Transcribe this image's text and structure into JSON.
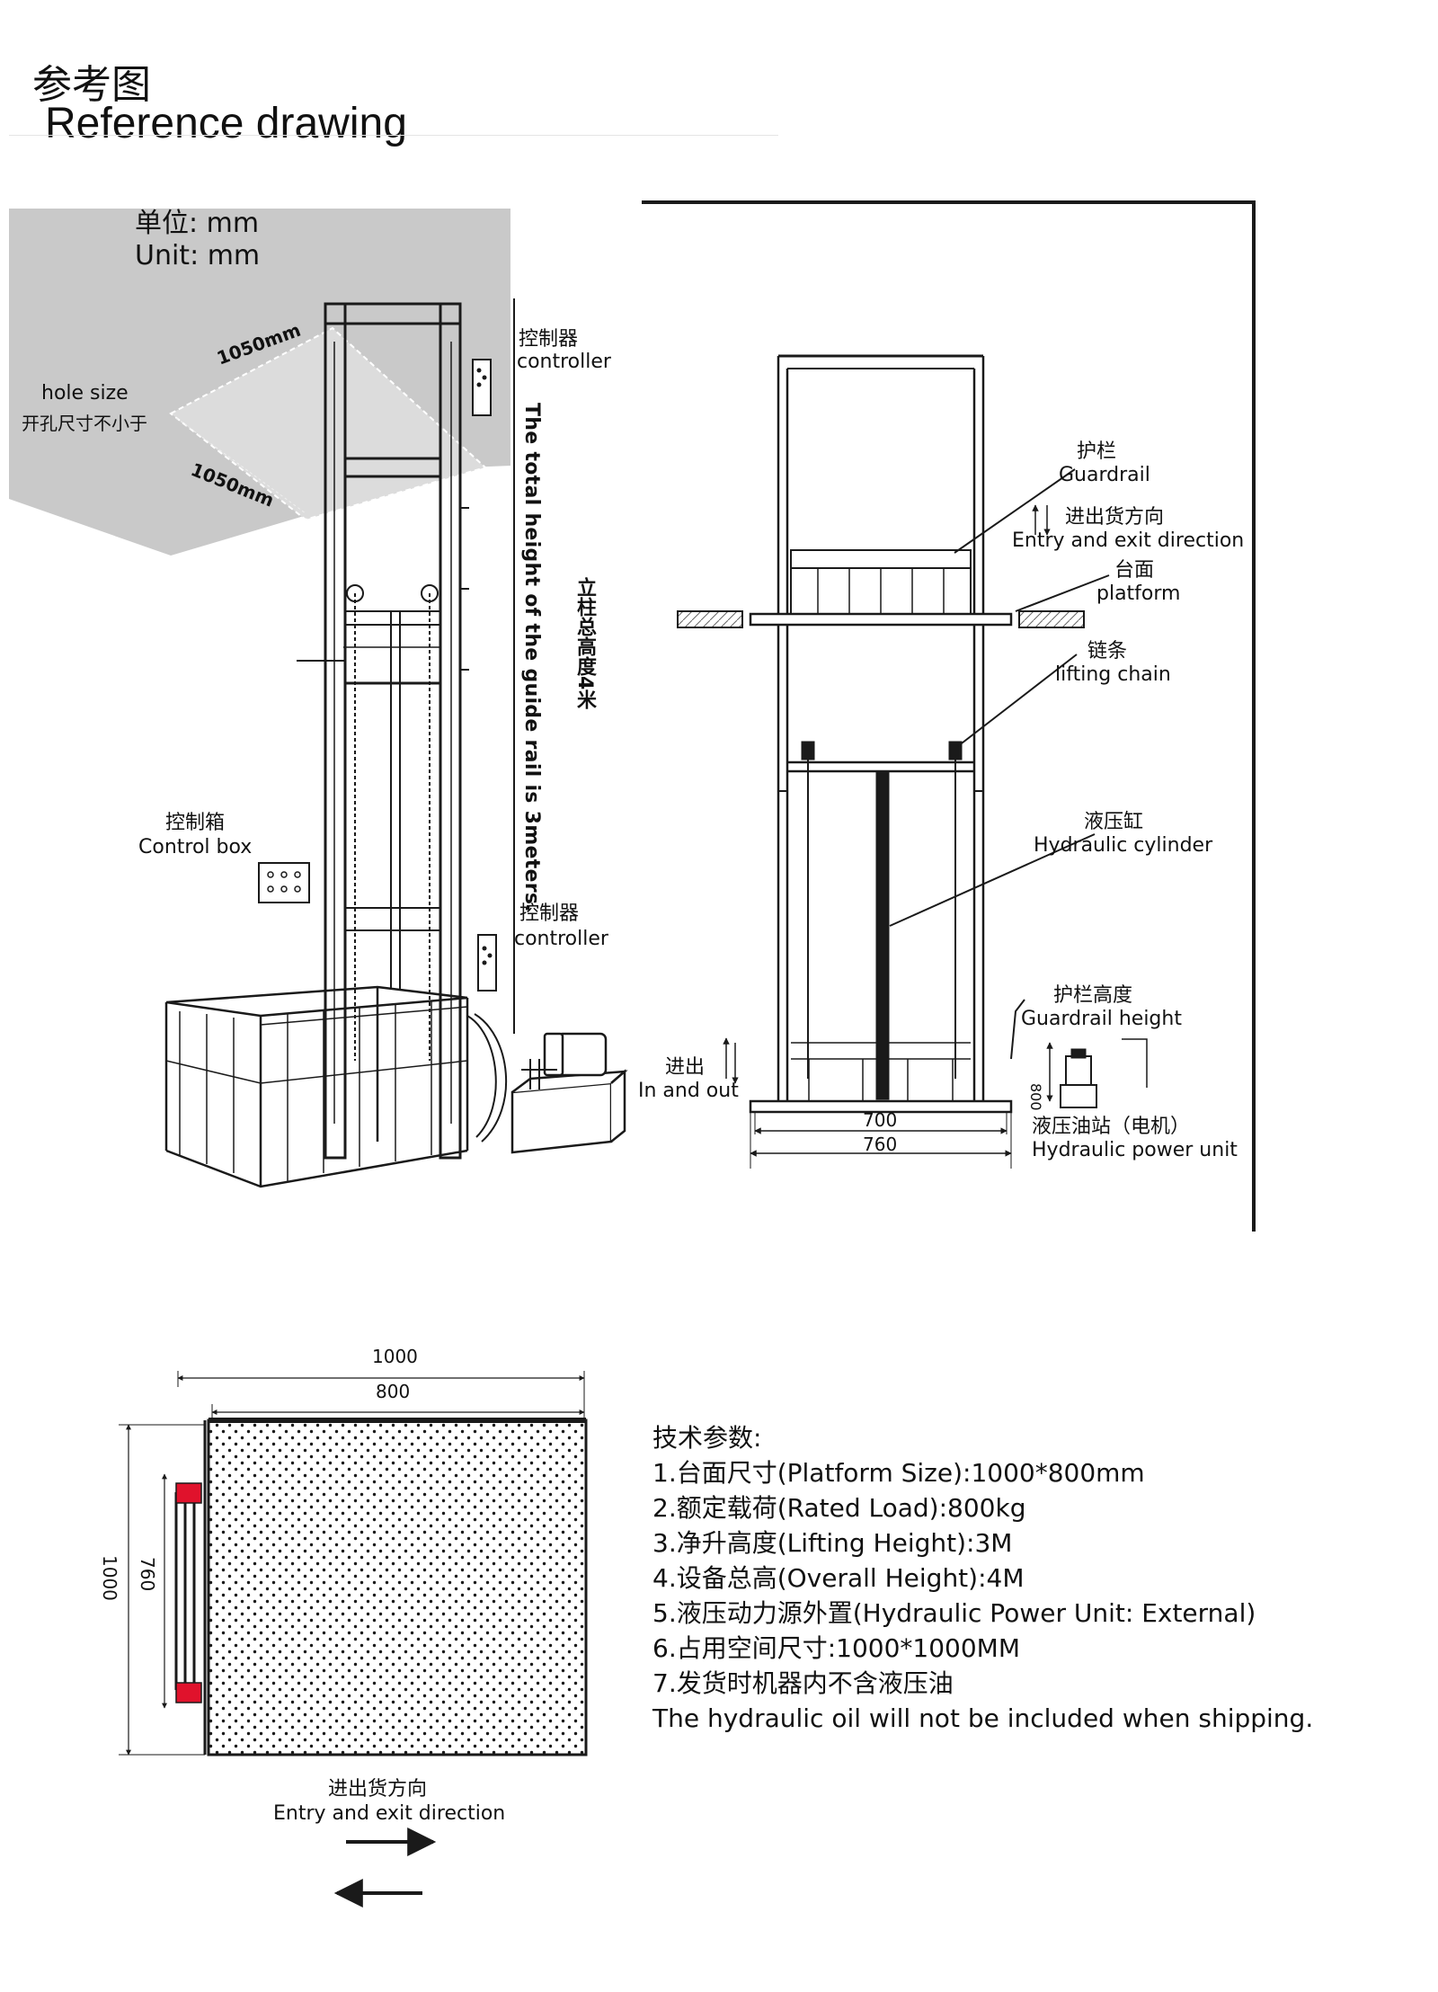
{
  "header": {
    "title_cn": "参考图",
    "title_en": "Reference drawing"
  },
  "left_drawing": {
    "unit_cn": "单位:  mm",
    "unit_en": "Unit:  mm",
    "hole_width": "1050mm",
    "hole_depth": "1050mm",
    "hole_size_en": "hole size",
    "hole_size_cn": "开孔尺寸不小于",
    "controller_top_cn": "控制器",
    "controller_top_en": "controller",
    "controller_bottom_cn": "控制器",
    "controller_bottom_en": "controller",
    "control_box_cn": "控制箱",
    "control_box_en": "Control box",
    "rail_height_en": "The total height of the guide rail is 3meters.",
    "rail_height_cn": "立柱总高度4米"
  },
  "right_drawing": {
    "guardrail_cn": "护栏",
    "guardrail_en": "Guardrail",
    "entry_dir_cn": "进出货方向",
    "entry_dir_en": "Entry and exit direction",
    "platform_cn": "台面",
    "platform_en": "platform",
    "chain_cn": "链条",
    "chain_en": "lifting chain",
    "cylinder_cn": "液压缸",
    "cylinder_en": "Hydraulic cylinder",
    "guardrail_height_cn": "护栏高度",
    "guardrail_height_en": "Guardrail height",
    "guardrail_height_value": "800",
    "in_out_cn": "进出",
    "in_out_en": "In and out",
    "dim_inner": "700",
    "dim_outer": "760",
    "power_unit_cn": "液压油站（电机）",
    "power_unit_en": "Hydraulic power unit"
  },
  "plan_view": {
    "dim_top_outer": "1000",
    "dim_top_inner": "800",
    "dim_left_outer": "1000",
    "dim_left_inner": "760",
    "entry_dir_cn": "进出货方向",
    "entry_dir_en": "Entry and exit direction"
  },
  "specs": {
    "heading": "技术参数:",
    "items": [
      "1.台面尺寸(Platform Size):1000*800mm",
      "2.额定载荷(Rated Load):800kg",
      "3.净升高度(Lifting Height):3M",
      "4.设备总高(Overall Height):4M",
      "5.液压动力源外置(Hydraulic Power Unit: External)",
      "6.占用空间尺寸:1000*1000MM",
      "7.发货时机器内不含液压油"
    ],
    "note": "The hydraulic oil will not be included when shipping."
  },
  "colors": {
    "ceiling_gray": "#c9c9c9",
    "line": "#1a1a1a",
    "roller_red": "#e0122c"
  }
}
